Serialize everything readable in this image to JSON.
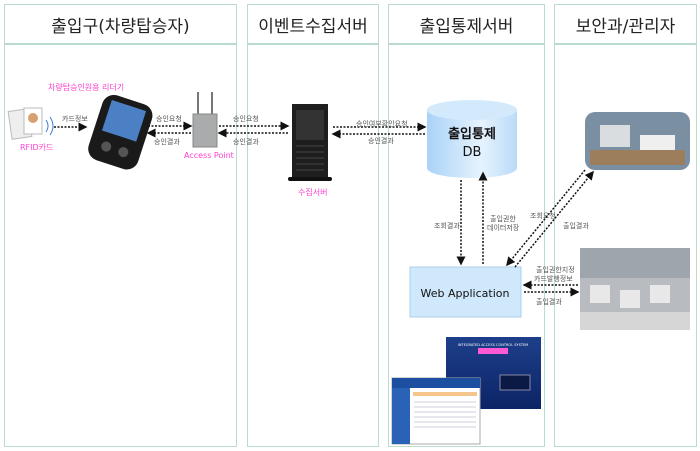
{
  "columns": [
    {
      "title": "출입구(차량탑승자)"
    },
    {
      "title": "이벤트수집서버"
    },
    {
      "title": "출입통제서버"
    },
    {
      "title": "보안과/관리자"
    }
  ],
  "nodes": {
    "rfid_card": "RFID카드",
    "reader": "차량탑승인원용 리더기",
    "access_point": "Access Point",
    "collect_server": "수집서버",
    "db_line1": "출입통제",
    "db_line2": "DB",
    "web_app": "Web Application",
    "screen_title": "INTEGRATED ACCESS CONTROL SYSTEM"
  },
  "edges": {
    "card_info": "카드정보",
    "reader_ap_request": "승인요청",
    "reader_ap_result": "승인결과",
    "ap_server_request": "승인요청",
    "ap_server_result": "승인결과",
    "server_db_request": "승인여부확인요청",
    "server_db_result": "승인결과",
    "db_web_result": "조회결과",
    "web_db_store_1": "출입권한",
    "web_db_store_2": "데이터저장",
    "web_admin_query": "조회요청",
    "admin_web_result": "출입결과",
    "admin_web_assign_1": "출입권한지정",
    "admin_web_assign_2": "카드발행정보",
    "web_admin_result": "출입결과"
  },
  "colors": {
    "accent_label": "#ff3fd0",
    "web_app_fill": "#cfe8fb",
    "divider": "#b9dccd"
  }
}
